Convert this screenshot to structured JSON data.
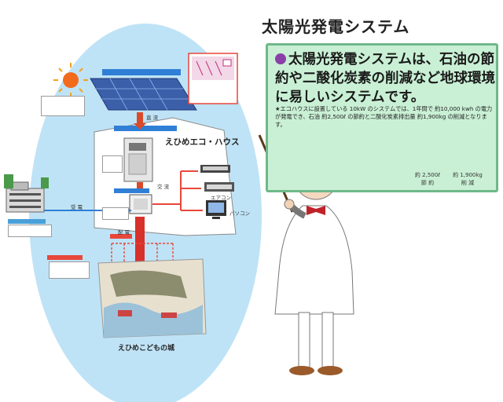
{
  "title": "太陽光発電システム",
  "board": {
    "main_text": "太陽光発電システムは、石油の節約や二酸化炭素の削減など地球環境に易しいシステムです。",
    "note_text": "★エコハウスに設置している 10kW のシステムでは、1年間で 約10,000 kwh の電力が発電でき、石油 約2,500ℓ の節約と二酸化炭素排出量 約1,900kg の削減となります。",
    "oil_value": "約 2,500ℓ",
    "oil_label": "節 約",
    "co2_value": "約 1,900kg",
    "co2_label": "削 減"
  },
  "diagram": {
    "house_label": "えひめエコ・ハウス",
    "castle_label": "えひめこどもの城",
    "label_direct": "直 流",
    "label_ac": "交 流",
    "label_power": "受 電",
    "label_send": "配 電",
    "lamp_label": "エアコン",
    "pc_label": "パソコン"
  },
  "colors": {
    "board_bg": "#c9f0d5",
    "board_border": "#6fb88a",
    "oval": "#bfe3f6",
    "accent_blue": "#2f7fd6",
    "accent_red": "#e8473b"
  },
  "icons": {
    "sun": "sun-icon",
    "professor": "professor-character",
    "pointer": "pointer-stick"
  }
}
